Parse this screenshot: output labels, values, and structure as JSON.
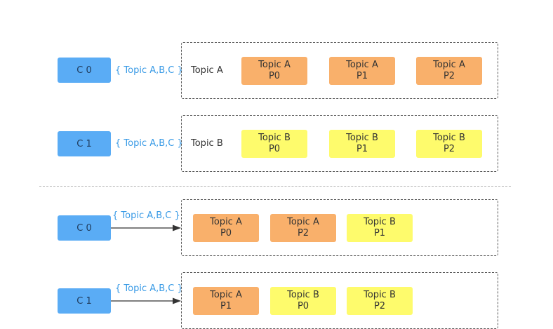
{
  "colors": {
    "consumer": "#5aacf5",
    "subscription_text": "#3a9be6",
    "topic_a": "#f9b06b",
    "topic_b": "#fefb6c",
    "border": "#555555",
    "divider": "#b8b8b8",
    "arrow": "#333333"
  },
  "top": {
    "rows": [
      {
        "consumer": "C 0",
        "subscription": "{ Topic A,B,C }",
        "topic_label": "Topic A",
        "partitions": [
          {
            "name": "Topic A",
            "partition": "P0",
            "color_key": "topic_a"
          },
          {
            "name": "Topic A",
            "partition": "P1",
            "color_key": "topic_a"
          },
          {
            "name": "Topic A",
            "partition": "P2",
            "color_key": "topic_a"
          }
        ]
      },
      {
        "consumer": "C 1",
        "subscription": "{ Topic A,B,C }",
        "topic_label": "Topic B",
        "partitions": [
          {
            "name": "Topic B",
            "partition": "P0",
            "color_key": "topic_b"
          },
          {
            "name": "Topic B",
            "partition": "P1",
            "color_key": "topic_b"
          },
          {
            "name": "Topic B",
            "partition": "P2",
            "color_key": "topic_b"
          }
        ]
      }
    ]
  },
  "bottom": {
    "rows": [
      {
        "consumer": "C 0",
        "subscription": "{ Topic A,B,C }",
        "partitions": [
          {
            "name": "Topic A",
            "partition": "P0",
            "color_key": "topic_a"
          },
          {
            "name": "Topic A",
            "partition": "P2",
            "color_key": "topic_a"
          },
          {
            "name": "Topic B",
            "partition": "P1",
            "color_key": "topic_b"
          }
        ]
      },
      {
        "consumer": "C 1",
        "subscription": "{ Topic A,B,C }",
        "partitions": [
          {
            "name": "Topic A",
            "partition": "P1",
            "color_key": "topic_a"
          },
          {
            "name": "Topic B",
            "partition": "P0",
            "color_key": "topic_b"
          },
          {
            "name": "Topic B",
            "partition": "P2",
            "color_key": "topic_b"
          }
        ]
      }
    ]
  }
}
